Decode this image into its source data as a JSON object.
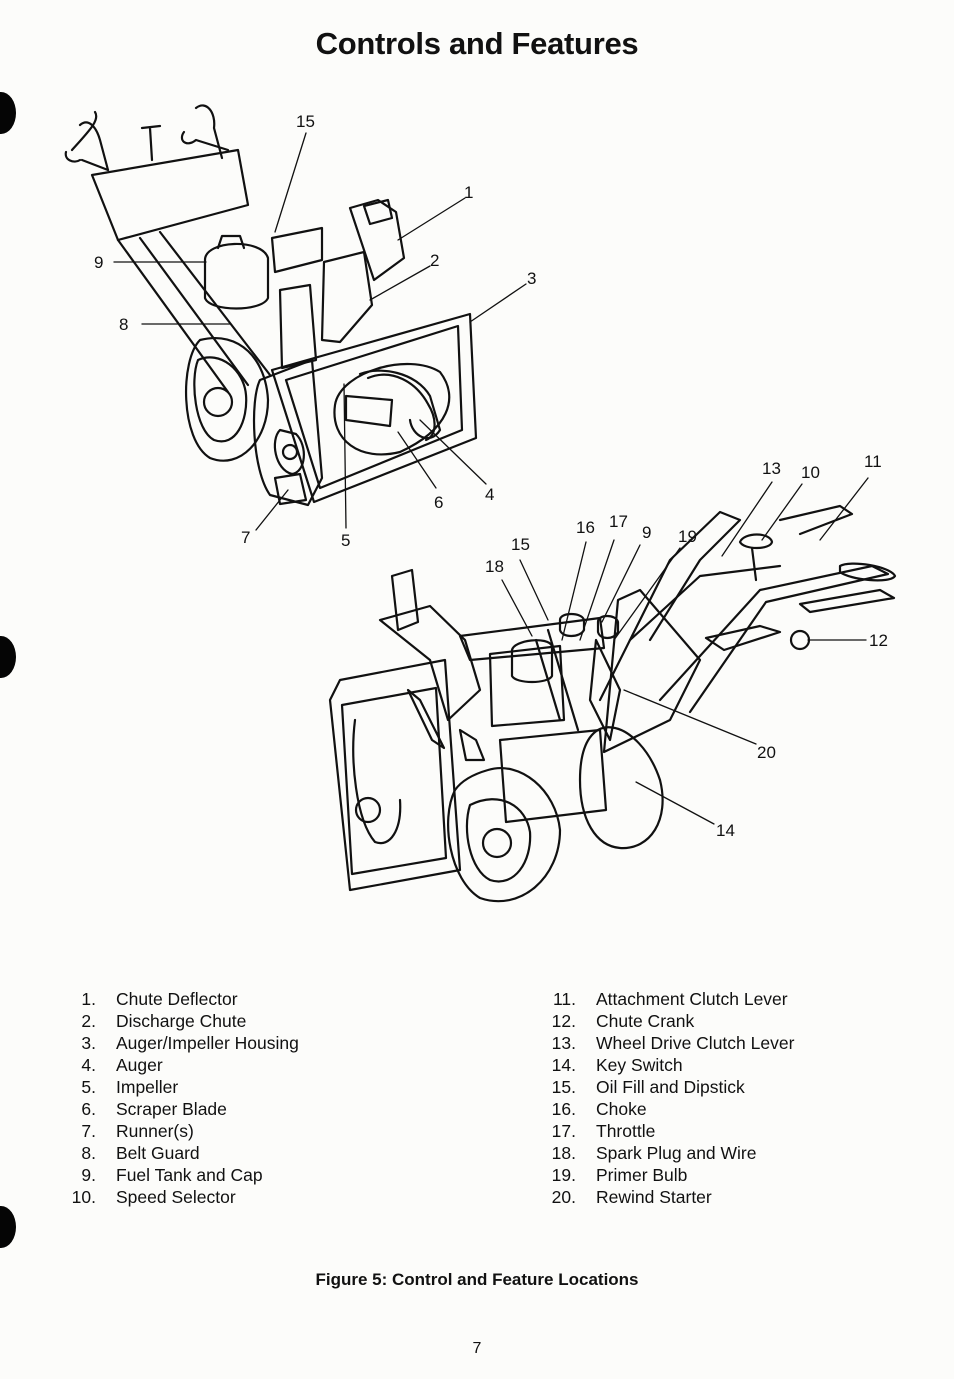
{
  "page": {
    "title": "Controls and Features",
    "figure_caption": "Figure 5: Control and Feature Locations",
    "page_number": "7"
  },
  "figure": {
    "callouts_front_view": [
      "15",
      "1",
      "2",
      "3",
      "9",
      "8",
      "4",
      "6",
      "7",
      "5"
    ],
    "callouts_rear_view": [
      "13",
      "10",
      "11",
      "16",
      "17",
      "9",
      "19",
      "15",
      "18",
      "12",
      "20",
      "14"
    ]
  },
  "legend": {
    "left": [
      {
        "num": "1.",
        "label": "Chute Deflector"
      },
      {
        "num": "2.",
        "label": "Discharge Chute"
      },
      {
        "num": "3.",
        "label": "Auger/Impeller Housing"
      },
      {
        "num": "4.",
        "label": "Auger"
      },
      {
        "num": "5.",
        "label": "Impeller"
      },
      {
        "num": "6.",
        "label": "Scraper Blade"
      },
      {
        "num": "7.",
        "label": "Runner(s)"
      },
      {
        "num": "8.",
        "label": "Belt Guard"
      },
      {
        "num": "9.",
        "label": "Fuel Tank and Cap"
      },
      {
        "num": "10.",
        "label": "Speed Selector"
      }
    ],
    "right": [
      {
        "num": "11.",
        "label": "Attachment Clutch Lever"
      },
      {
        "num": "12.",
        "label": "Chute Crank"
      },
      {
        "num": "13.",
        "label": "Wheel Drive Clutch Lever"
      },
      {
        "num": "14.",
        "label": "Key Switch"
      },
      {
        "num": "15.",
        "label": "Oil Fill and Dipstick"
      },
      {
        "num": "16.",
        "label": "Choke"
      },
      {
        "num": "17.",
        "label": "Throttle"
      },
      {
        "num": "18.",
        "label": "Spark Plug and Wire"
      },
      {
        "num": "19.",
        "label": "Primer Bulb"
      },
      {
        "num": "20.",
        "label": "Rewind Starter"
      }
    ]
  }
}
